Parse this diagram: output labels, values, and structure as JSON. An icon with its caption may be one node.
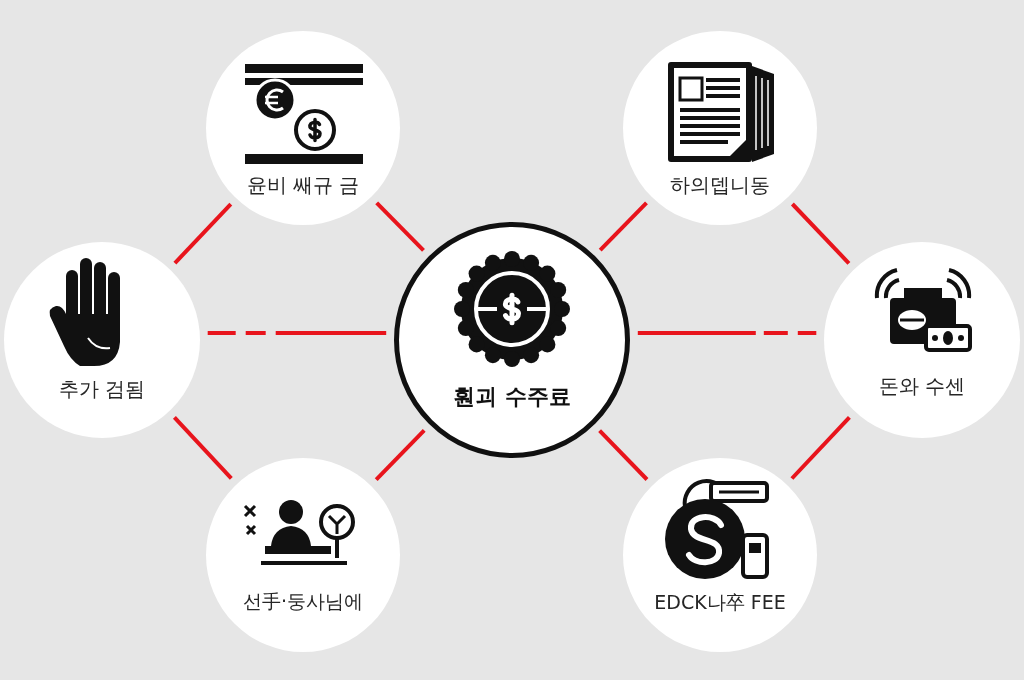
{
  "diagram": {
    "nodes": [
      {
        "text": [
          "윤비 쌔규 금"
        ]
      },
      {
        "text": [
          "하의뎁니동"
        ]
      },
      {
        "text": [
          "추가 검됨"
        ]
      },
      {
        "text": [
          "훤괴 수주료"
        ]
      },
      {
        "text": [
          "돈와 수센"
        ]
      },
      {
        "text": [
          "선手·둥사님에"
        ]
      },
      {
        "text": [
          "EDCK나卒 FEE"
        ]
      }
    ],
    "edges": [
      {
        "from": 0,
        "to": 2,
        "arrow": "none"
      },
      {
        "from": 0,
        "to": 3,
        "arrow": "none"
      },
      {
        "from": 2,
        "to": 3,
        "arrow": "none",
        "style": "dashed"
      },
      {
        "from": 5,
        "to": 2,
        "arrow": "none"
      },
      {
        "from": 5,
        "to": 3,
        "arrow": "none"
      },
      {
        "from": 1,
        "to": 3,
        "arrow": "none"
      },
      {
        "from": 1,
        "to": 4,
        "arrow": "none"
      },
      {
        "from": 3,
        "to": 4,
        "arrow": "none",
        "style": "dashed"
      },
      {
        "from": 6,
        "to": 3,
        "arrow": "none"
      },
      {
        "from": 6,
        "to": 4,
        "arrow": "none"
      }
    ]
  }
}
